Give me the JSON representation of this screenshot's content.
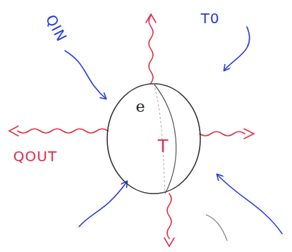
{
  "diagram": {
    "nodes": [
      {
        "text": [
          "e",
          "T"
        ]
      }
    ],
    "labels": [
      "QIN",
      "T0",
      "QOUT"
    ]
  }
}
